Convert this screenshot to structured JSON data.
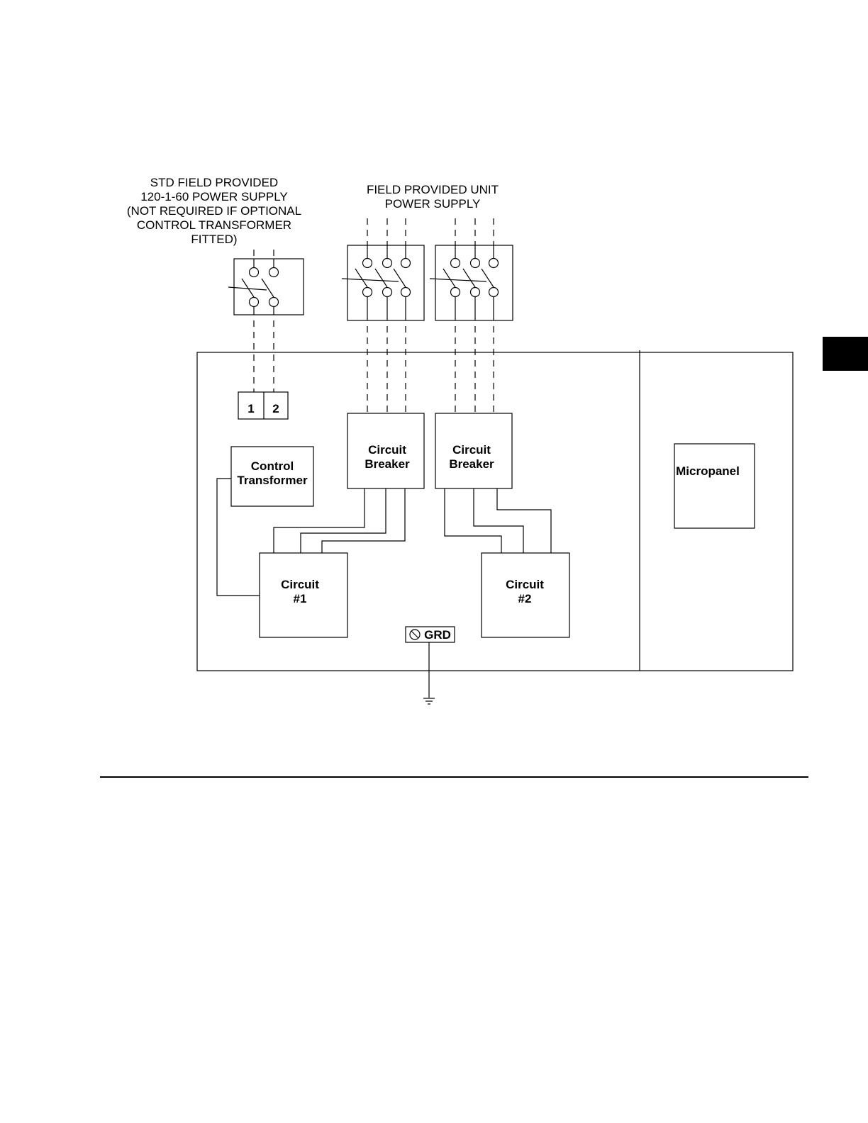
{
  "std_supply": {
    "lines": [
      "STD FIELD PROVIDED",
      "120-1-60 POWER SUPPLY",
      "(NOT REQUIRED IF OPTIONAL",
      "CONTROL TRANSFORMER",
      "FITTED)"
    ]
  },
  "unit_supply": {
    "lines": [
      "FIELD PROVIDED UNIT",
      "POWER SUPPLY"
    ]
  },
  "terminals": [
    "1",
    "2"
  ],
  "control_transformer": [
    "Control",
    "Transformer"
  ],
  "breaker_1": [
    "Circuit",
    "Breaker"
  ],
  "breaker_2": [
    "Circuit",
    "Breaker"
  ],
  "circuit_1": [
    "Circuit",
    "#1"
  ],
  "circuit_2": [
    "Circuit",
    "#2"
  ],
  "micropanel": "Micropanel",
  "ground": "GRD",
  "colors": {
    "ink": "#000000",
    "tab": "#000000",
    "paper": "#ffffff"
  }
}
